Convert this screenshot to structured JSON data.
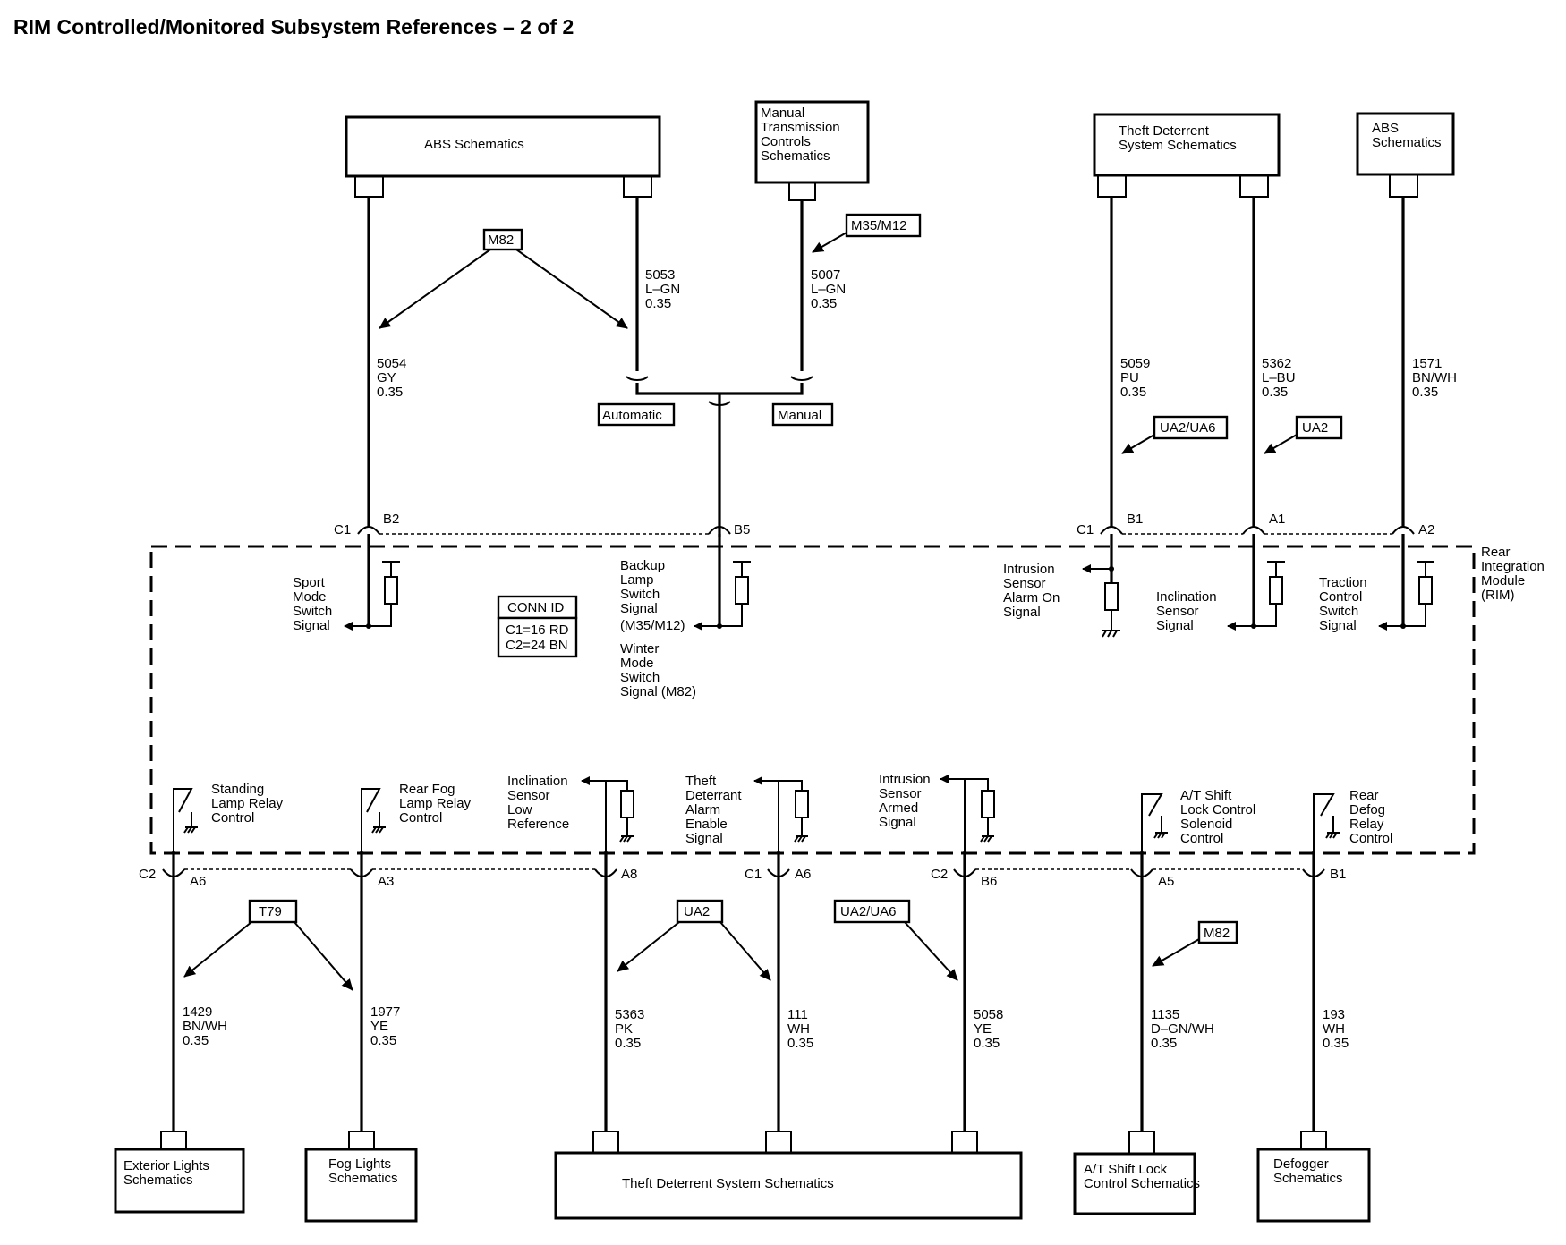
{
  "title": "RIM Controlled/Monitored Subsystem References – 2 of 2",
  "top_boxes": {
    "abs": "ABS Schematics",
    "manual_trans": [
      "Manual",
      "Transmission",
      "Controls",
      "Schematics"
    ],
    "theft": [
      "Theft Deterrent",
      "System Schematics"
    ],
    "abs_right": [
      "ABS",
      "Schematics"
    ]
  },
  "bottom_boxes": {
    "exterior": [
      "Exterior Lights",
      "Schematics"
    ],
    "fog": [
      "Fog Lights",
      "Schematics"
    ],
    "theft": "Theft Deterrent System Schematics",
    "shift_lock": [
      "A/T Shift Lock",
      "Control Schematics"
    ],
    "defogger": [
      "Defogger",
      "Schematics"
    ]
  },
  "option_tags": {
    "m82_top": "M82",
    "m35_m12": "M35/M12",
    "automatic": "Automatic",
    "manual": "Manual",
    "ua2_ua6_top": "UA2/UA6",
    "ua2_top": "UA2",
    "t79": "T79",
    "ua2_bottom": "UA2",
    "ua2_ua6_bottom": "UA2/UA6",
    "m82_bottom": "M82"
  },
  "wires_top": {
    "w5054": [
      "5054",
      "GY",
      "0.35"
    ],
    "w5053": [
      "5053",
      "L–GN",
      "0.35"
    ],
    "w5007": [
      "5007",
      "L–GN",
      "0.35"
    ],
    "w5059": [
      "5059",
      "PU",
      "0.35"
    ],
    "w5362": [
      "5362",
      "L–BU",
      "0.35"
    ],
    "w1571": [
      "1571",
      "BN/WH",
      "0.35"
    ]
  },
  "wires_bottom": {
    "w1429": [
      "1429",
      "BN/WH",
      "0.35"
    ],
    "w1977": [
      "1977",
      "YE",
      "0.35"
    ],
    "w5363": [
      "5363",
      "PK",
      "0.35"
    ],
    "w111": [
      "111",
      "WH",
      "0.35"
    ],
    "w5058": [
      "5058",
      "YE",
      "0.35"
    ],
    "w1135": [
      "1135",
      "D–GN/WH",
      "0.35"
    ],
    "w193": [
      "193",
      "WH",
      "0.35"
    ]
  },
  "pins_top": {
    "c1_left": "C1",
    "b2": "B2",
    "b5": "B5",
    "c1_right": "C1",
    "b1": "B1",
    "a1": "A1",
    "a2": "A2"
  },
  "pins_bottom": {
    "c2_left": "C2",
    "a6_left": "A6",
    "a3": "A3",
    "a8": "A8",
    "c1": "C1",
    "a6_right": "A6",
    "c2_right": "C2",
    "b6": "B6",
    "a5": "A5",
    "b1": "B1"
  },
  "module": {
    "name": [
      "Rear",
      "Integration",
      "Module",
      "(RIM)"
    ],
    "conn_id_header": "CONN ID",
    "conn_id_lines": [
      "C1=16 RD",
      "C2=24 BN"
    ]
  },
  "signals": {
    "sport_mode": [
      "Sport",
      "Mode",
      "Switch",
      "Signal"
    ],
    "backup_lamp": [
      "Backup",
      "Lamp",
      "Switch",
      "Signal",
      "(M35/M12)"
    ],
    "winter_mode": [
      "Winter",
      "Mode",
      "Switch",
      "Signal (M82)"
    ],
    "intrusion_alarm": [
      "Intrusion",
      "Sensor",
      "Alarm On",
      "Signal"
    ],
    "inclination_sensor": [
      "Inclination",
      "Sensor",
      "Signal"
    ],
    "traction_control": [
      "Traction",
      "Control",
      "Switch",
      "Signal"
    ],
    "standing_lamp": [
      "Standing",
      "Lamp Relay",
      "Control"
    ],
    "rear_fog": [
      "Rear Fog",
      "Lamp Relay",
      "Control"
    ],
    "inclination_low": [
      "Inclination",
      "Sensor",
      "Low",
      "Reference"
    ],
    "theft_alarm": [
      "Theft",
      "Deterrant",
      "Alarm",
      "Enable",
      "Signal"
    ],
    "intrusion_armed": [
      "Intrusion",
      "Sensor",
      "Armed",
      "Signal"
    ],
    "shift_lock": [
      "A/T Shift",
      "Lock Control",
      "Solenoid",
      "Control"
    ],
    "rear_defog": [
      "Rear",
      "Defog",
      "Relay",
      "Control"
    ]
  }
}
